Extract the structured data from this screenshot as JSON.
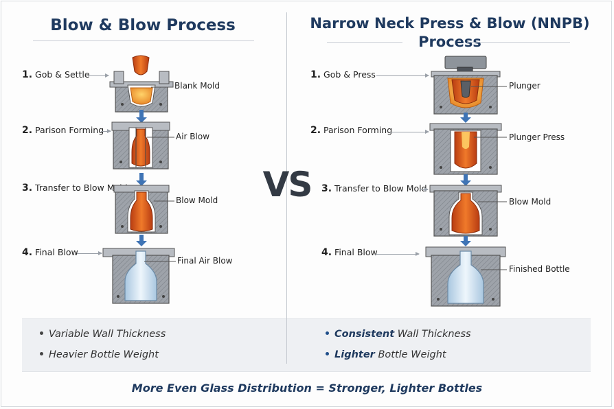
{
  "left": {
    "title": "Blow & Blow Process",
    "steps": [
      {
        "num": "1.",
        "label": "Gob & Settle",
        "callout": "Blank Mold"
      },
      {
        "num": "2.",
        "label": "Parison Forming",
        "callout": "Air Blow"
      },
      {
        "num": "3.",
        "label": "Transfer to Blow Mold",
        "callout": "Blow Mold"
      },
      {
        "num": "4.",
        "label": "Final Blow",
        "callout": "Final Air Blow"
      }
    ],
    "bullets": [
      "Variable Wall Thickness",
      "Heavier Bottle Weight"
    ]
  },
  "right": {
    "title_line1": "Narrow Neck Press & Blow (NNPB)",
    "title_line2": "Process",
    "steps": [
      {
        "num": "1.",
        "label": "Gob & Press",
        "callout": "Plunger"
      },
      {
        "num": "2.",
        "label": "Parison Forming",
        "callout": "Plunger Press"
      },
      {
        "num": "3.",
        "label": "Transfer to Blow Mold",
        "callout": "Blow Mold"
      },
      {
        "num": "4.",
        "label": "Final Blow",
        "callout": "Finished Bottle"
      }
    ],
    "bullets": [
      {
        "emphasis": "Consistent",
        "rest": " Wall Thickness"
      },
      {
        "emphasis": "Lighter",
        "rest": " Bottle Weight"
      }
    ]
  },
  "vs_label": "VS",
  "footer": "More Even Glass Distribution = Stronger, Lighter Bottles",
  "colors": {
    "title": "#1f3a5f",
    "glass_hot": "#d9531e",
    "glass_glow": "#f4a33a",
    "glass_cool": "#cfe3f2",
    "mold_steel": "#a9adb3",
    "flow_arrow": "#3f74b5"
  }
}
